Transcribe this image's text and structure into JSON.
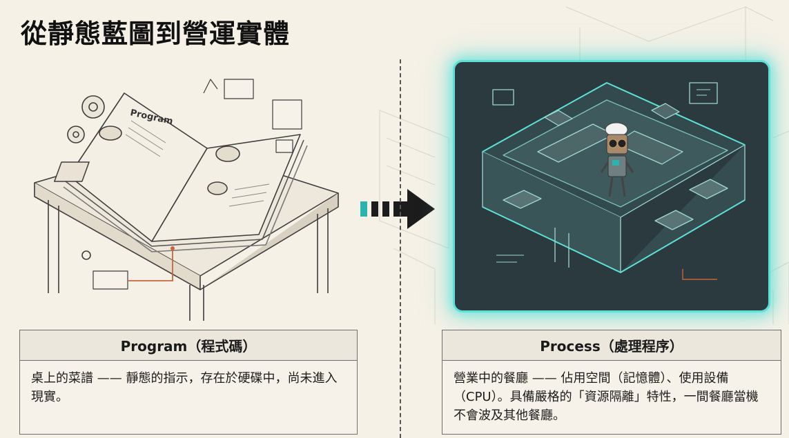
{
  "page_title": "從靜態藍圖到營運實體",
  "left_illustration": {
    "book_heading": "Program"
  },
  "program_card": {
    "title": "Program（程式碼）",
    "description": "桌上的菜譜 —— 靜態的指示，存在於硬碟中，尚未進入現實。"
  },
  "process_card": {
    "title": "Process（處理程序）",
    "description": "營業中的餐廳 —— 佔用空間（記憶體）、使用設備（CPU）。具備嚴格的「資源隔離」特性，一間餐廳當機不會波及其他餐廳。"
  },
  "colors": {
    "background": "#f6f1e7",
    "glow_accent": "#5ee0d8",
    "panel_dark": "#2a3a3e",
    "arrow": "#1c1c1c",
    "arrow_dash": "#2bb3ad",
    "connector_orange": "#c8643a"
  },
  "icons": [
    "gear-icon",
    "open-book-icon",
    "arrow-right-icon",
    "chef-robot-icon",
    "kitchen-icon"
  ]
}
